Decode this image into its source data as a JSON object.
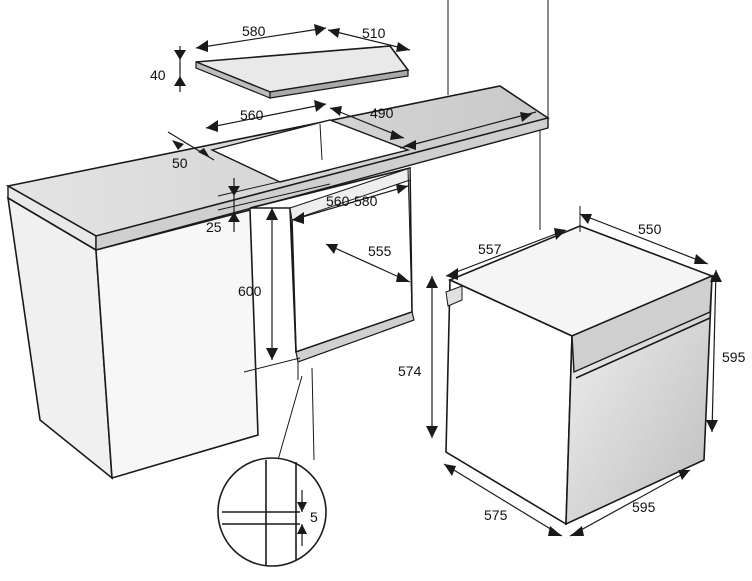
{
  "diagram": {
    "hob_width": "580",
    "hob_depth": "510",
    "hob_height": "40",
    "cutout_width": "560",
    "cutout_depth": "490",
    "front_edge": "50",
    "counter_gap": "25",
    "niche_width": "560-580",
    "niche_depth": "555",
    "niche_height": "600",
    "oven_depth_top": "557",
    "oven_depth_side": "550",
    "oven_height_front": "595",
    "oven_height_back": "574",
    "oven_width_bottom": "575",
    "oven_width_front": "595",
    "detail_gap": "5"
  },
  "colors": {
    "line": "#1a1a1a",
    "worktop": "#d9d9d9",
    "panel": "#ededed",
    "oven_door": "#cfcfcf"
  }
}
